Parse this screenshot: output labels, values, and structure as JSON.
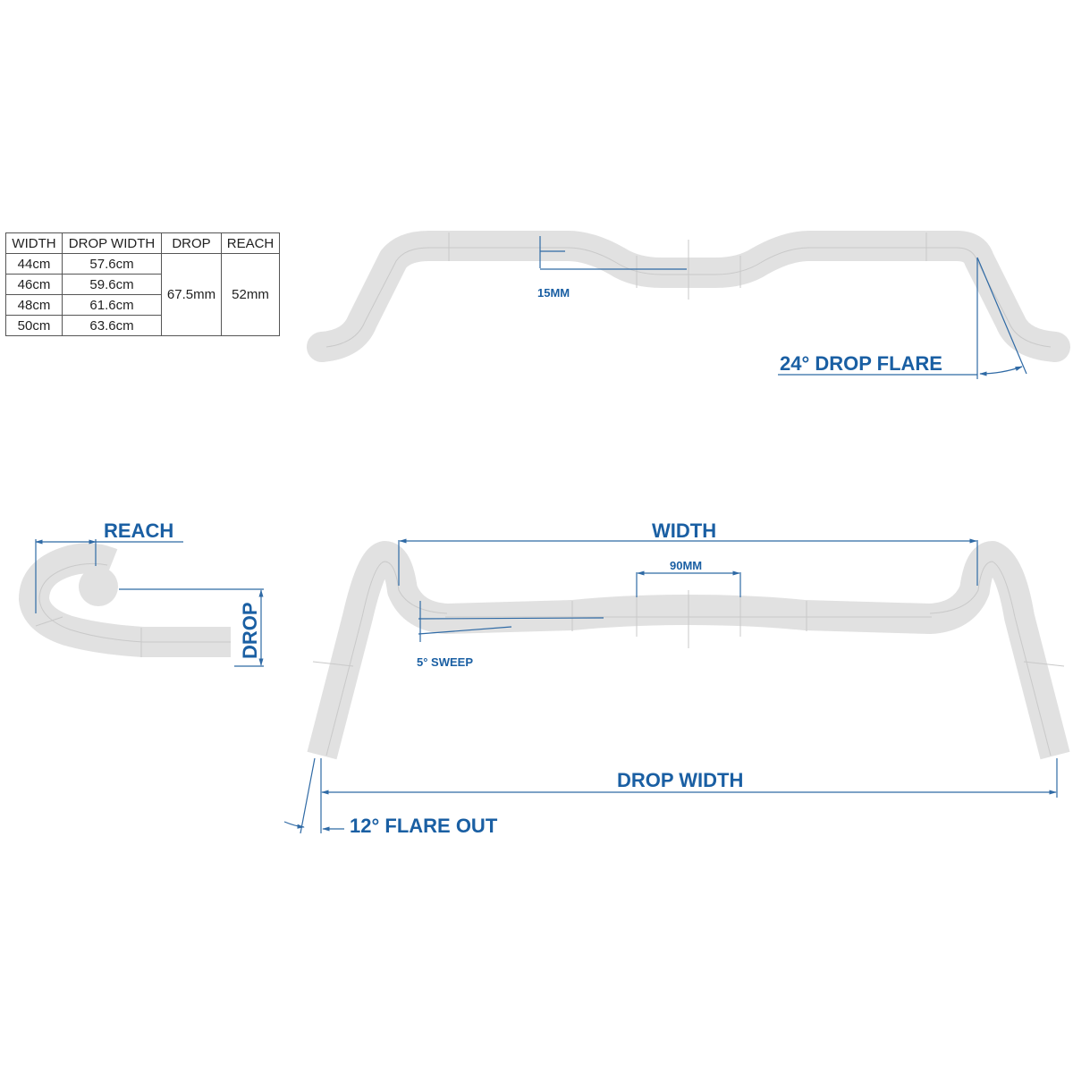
{
  "spec_table": {
    "headers": [
      "WIDTH",
      "DROP WIDTH",
      "DROP",
      "REACH"
    ],
    "rows": [
      {
        "width": "44cm",
        "drop_width": "57.6cm"
      },
      {
        "width": "46cm",
        "drop_width": "59.6cm"
      },
      {
        "width": "48cm",
        "drop_width": "61.6cm"
      },
      {
        "width": "50cm",
        "drop_width": "63.6cm"
      }
    ],
    "drop": "67.5mm",
    "reach": "52mm"
  },
  "front_view": {
    "rise_label": "15MM",
    "drop_flare_label": "24° DROP FLARE"
  },
  "side_view": {
    "reach_label": "REACH",
    "drop_label": "DROP"
  },
  "top_view": {
    "width_label": "WIDTH",
    "clamp_label": "90MM",
    "sweep_label": "5° SWEEP",
    "drop_width_label": "DROP WIDTH",
    "flare_out_label": "12° FLARE OUT"
  },
  "colors": {
    "accent_blue": "#1a5fa3",
    "bar_gray": "#e1e1e1",
    "table_border": "#555555"
  }
}
